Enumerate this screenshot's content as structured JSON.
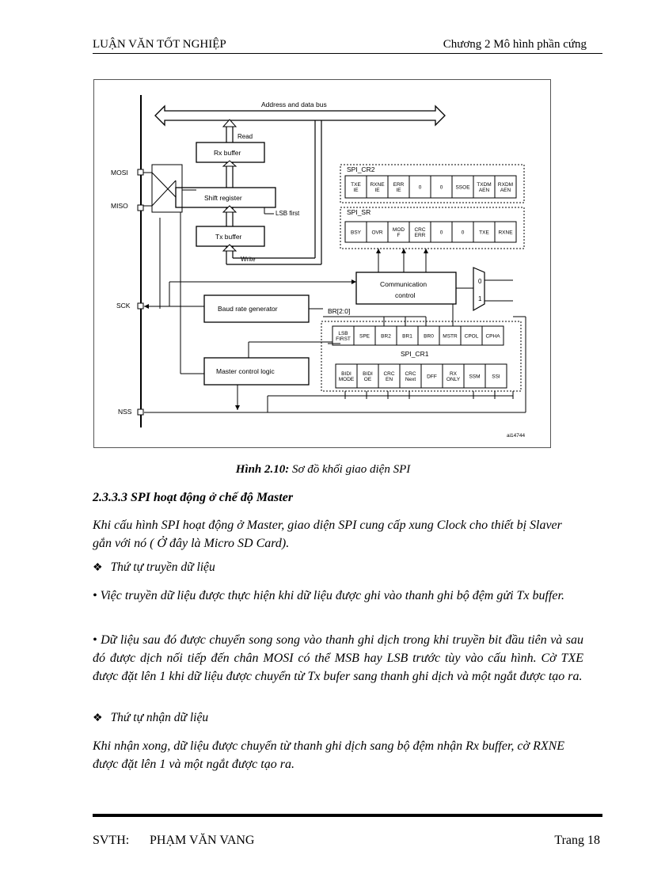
{
  "header": {
    "left": "LUẬN VĂN TỐT NGHIỆP",
    "right": "Chương 2  Mô hình phần cứng"
  },
  "diagram": {
    "bus_label": "Address and data bus",
    "read": "Read",
    "write": "Write",
    "rx_buffer": "Rx buffer",
    "shift_register": "Shift register",
    "tx_buffer": "Tx buffer",
    "lsb_first": "LSB first",
    "mosi": "MOSI",
    "miso": "MISO",
    "sck": "SCK",
    "nss": "NSS",
    "baud_rate": "Baud rate generator",
    "master_control": "Master control logic",
    "comm_control_1": "Communication",
    "comm_control_2": "control",
    "br_label": "BR[2:0]",
    "spi_cr2": "SPI_CR2",
    "spi_sr": "SPI_SR",
    "spi_cr1": "SPI_CR1",
    "mux_0": "0",
    "mux_1": "1",
    "fig_id": "ai14744",
    "cr2_cells": [
      [
        "TXE",
        "IE"
      ],
      [
        "RXNE",
        "IE"
      ],
      [
        "ERR",
        "IE"
      ],
      [
        "0"
      ],
      [
        "0"
      ],
      [
        "SSOE"
      ],
      [
        "TXDM",
        "AEN"
      ],
      [
        "RXDM",
        "AEN"
      ]
    ],
    "sr_cells": [
      [
        "BSY"
      ],
      [
        "OVR"
      ],
      [
        "MOD",
        "F"
      ],
      [
        "CRC",
        "ERR"
      ],
      [
        "0"
      ],
      [
        "0"
      ],
      [
        "TXE"
      ],
      [
        "RXNE"
      ]
    ],
    "cr1a_cells": [
      [
        "LSB",
        "FIRST"
      ],
      [
        "SPE"
      ],
      [
        "BR2"
      ],
      [
        "BR1"
      ],
      [
        "BR0"
      ],
      [
        "MSTR"
      ],
      [
        "CPOL"
      ],
      [
        "CPHA"
      ]
    ],
    "cr1b_cells": [
      [
        "BIDI",
        "MODE"
      ],
      [
        "BIDI",
        "OE"
      ],
      [
        "CRC",
        "EN"
      ],
      [
        "CRC",
        "Next"
      ],
      [
        "DFF"
      ],
      [
        "RX",
        "ONLY"
      ],
      [
        "SSM"
      ],
      [
        "SSI"
      ]
    ]
  },
  "caption": {
    "label": "Hình 2.10:",
    "text": "Sơ đồ khối giao diện SPI"
  },
  "section_heading": "2.3.3.3 SPI hoạt động ở chế độ Master",
  "intro": "Khi cấu hình SPI hoạt động ở Master, giao diện SPI cung cấp xung Clock cho thiết bị Slaver gắn với nó ( Ở đây là Micro SD Card).",
  "transmit_title": "Thứ tự truyền dữ liệu",
  "transmit_p1": "• Việc truyền dữ liệu được thực hiện khi dữ liệu được ghi vào thanh ghi bộ đệm gửi Tx buffer.",
  "transmit_p2": "• Dữ liệu sau đó được chuyển song song vào thanh ghi dịch trong khi truyền bit đầu tiên và sau đó được dịch nối tiếp đến chân MOSI có thể MSB hay LSB trước tùy vào cấu hình. Cờ TXE được đặt lên 1 khi dữ liệu được chuyển từ Tx bufer sang thanh ghi dịch và một ngắt được tạo ra.",
  "receive_title": "Thứ tự nhận dữ liệu",
  "receive_p": "Khi nhận xong, dữ liệu được chuyển từ thanh ghi dịch sang bộ đệm nhận Rx buffer, cờ RXNE được đặt lên 1 và một ngắt  được tạo ra.",
  "footer": {
    "svth": "SVTH:",
    "name": "PHẠM VĂN VANG",
    "page": "Trang 18"
  }
}
